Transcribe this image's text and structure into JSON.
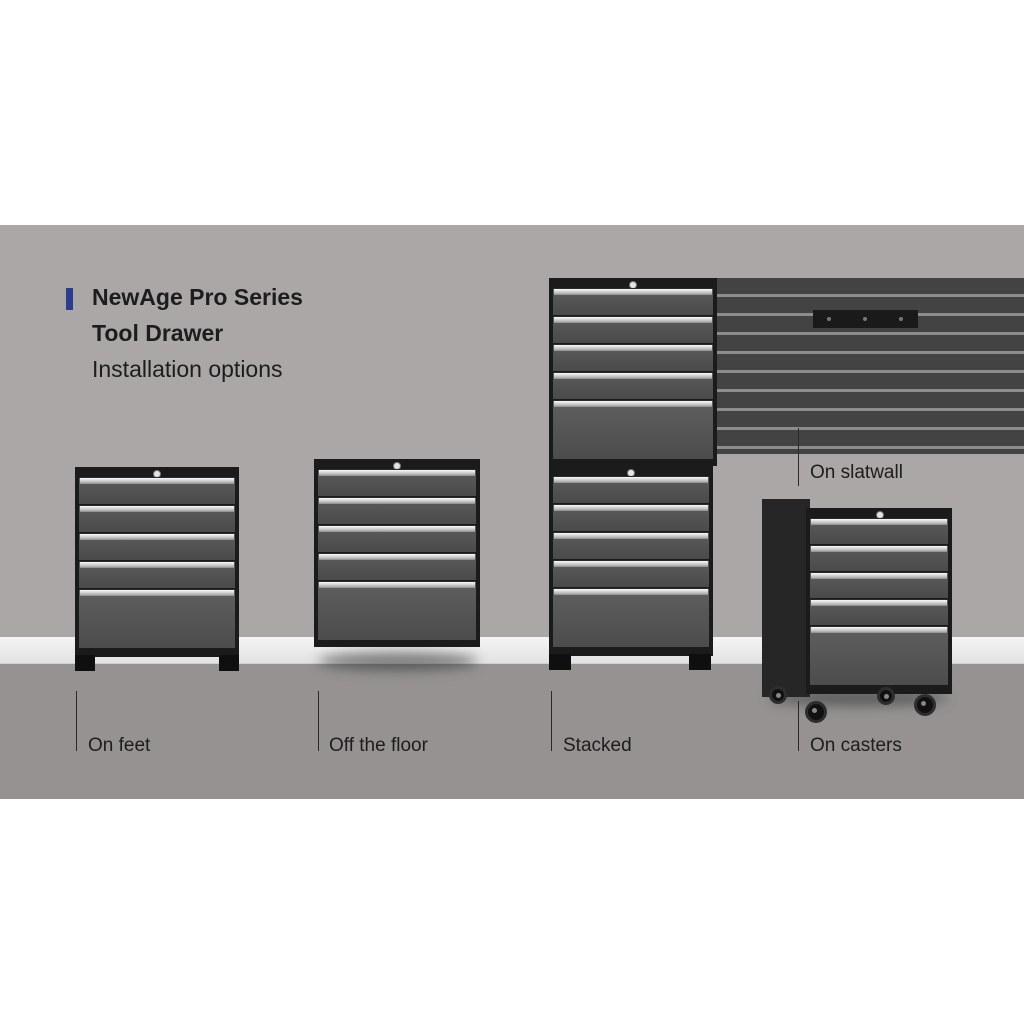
{
  "heading": {
    "line1": "NewAge Pro Series",
    "line2": "Tool Drawer",
    "line3": "Installation options",
    "accent_color": "#2b3d8f"
  },
  "options": [
    {
      "label": "On feet"
    },
    {
      "label": "Off the floor"
    },
    {
      "label": "Stacked"
    },
    {
      "label": "On slatwall"
    },
    {
      "label": "On casters"
    }
  ],
  "colors": {
    "wall": "#aaa7a6",
    "floor": "#959291",
    "cabinet": "#1b1b1b",
    "drawer": "#555555",
    "handle": "#d9d9d9"
  }
}
